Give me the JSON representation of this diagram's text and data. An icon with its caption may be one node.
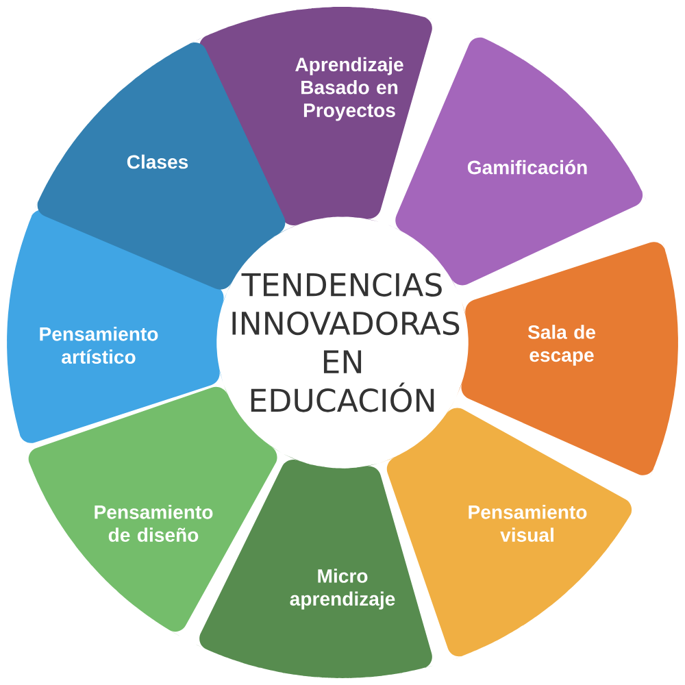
{
  "diagram": {
    "nodes": [
      {
        "text": [
          "TENDENCIAS INNOVADORAS EN EDUCACIÓN"
        ]
      },
      {
        "text": [
          "Aprendizaje Basado en Proyectos"
        ]
      },
      {
        "text": [
          "Gamificación"
        ]
      },
      {
        "text": [
          "Sala de escape"
        ]
      },
      {
        "text": [
          "Pensamiento visual"
        ]
      },
      {
        "text": [
          "Micro aprendizaje"
        ]
      },
      {
        "text": [
          "Pensamiento de diseño"
        ]
      },
      {
        "text": [
          "Pensamiento artístico"
        ]
      },
      {
        "text": [
          "Clases"
        ]
      }
    ]
  }
}
